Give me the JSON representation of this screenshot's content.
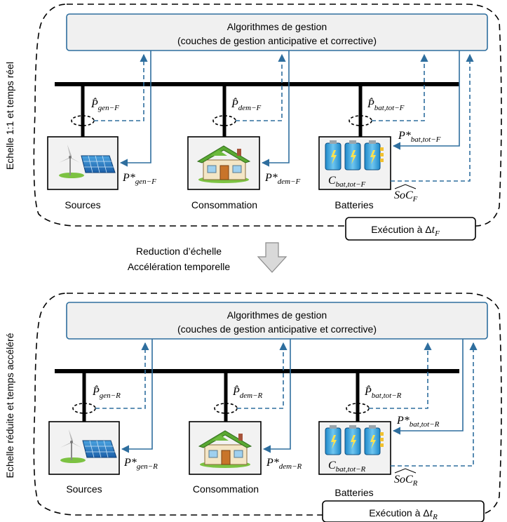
{
  "side_labels": {
    "top": "Echelle 1:1 et temps réel",
    "bottom": "Echelle réduite et temps accéléré"
  },
  "middle": {
    "line1": "Reduction d’échelle",
    "line2": "Accélération temporelle"
  },
  "top_block": {
    "algo_title": "Algorithmes de gestion",
    "algo_subtitle": "(couches de gestion anticipative et corrective)",
    "sources_label": "Sources",
    "consumption_label": "Consommation",
    "batteries_label": "Batteries",
    "exec_text": "Exécution à Δ",
    "exec_sub": "F",
    "gen_hat": "P̂",
    "gen_hat_sub": "gen−F",
    "dem_hat": "P̂",
    "dem_hat_sub": "dem−F",
    "bat_hat": "P̂",
    "bat_hat_sub": "bat,tot−F",
    "gen_star": "P*",
    "gen_star_sub": "gen−F",
    "dem_star": "P*",
    "dem_star_sub": "dem−F",
    "bat_star": "P*",
    "bat_star_sub": "bat,tot−F",
    "cbat": "C",
    "cbat_sub": "bat,tot−F",
    "soc": "SoC",
    "soc_sub": "F"
  },
  "bottom_block": {
    "algo_title": "Algorithmes de gestion",
    "algo_subtitle": "(couches de gestion anticipative et corrective)",
    "sources_label": "Sources",
    "consumption_label": "Consommation",
    "batteries_label": "Batteries",
    "exec_text": "Exécution à Δ",
    "exec_sub": "R",
    "gen_hat": "P̂",
    "gen_hat_sub": "gen−R",
    "dem_hat": "P̂",
    "dem_hat_sub": "dem−R",
    "bat_hat": "P̂",
    "bat_hat_sub": "bat,tot−R",
    "gen_star": "P*",
    "gen_star_sub": "gen−R",
    "dem_star": "P*",
    "dem_star_sub": "dem−R",
    "bat_star": "P*",
    "bat_star_sub": "bat,tot−R",
    "cbat": "C",
    "cbat_sub": "bat,tot−R",
    "soc": "SoC",
    "soc_sub": "R"
  },
  "colors": {
    "flow": "#2e6e9e",
    "algo_box_fill": "#f0f0f0",
    "algo_box_stroke": "#2e6e9e",
    "arrow_fill": "#d9d9d9"
  }
}
